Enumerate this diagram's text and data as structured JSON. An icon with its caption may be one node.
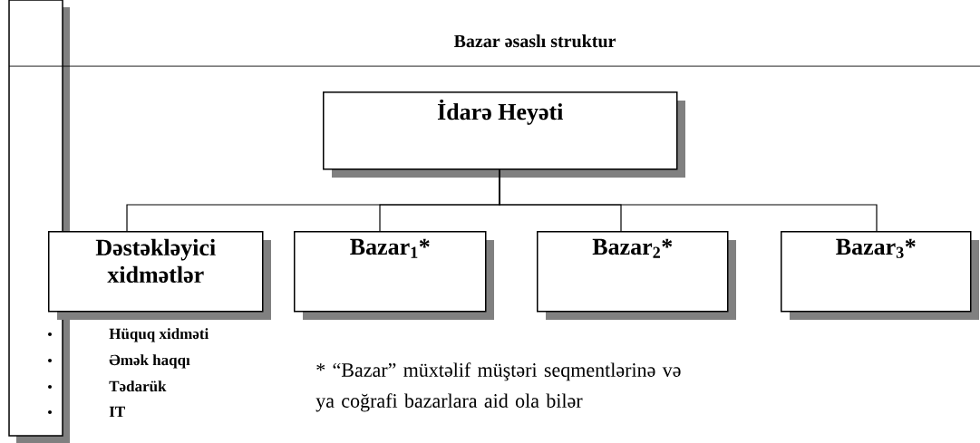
{
  "diagram": {
    "title": "Bazar əsaslı struktur",
    "nodes": [
      {
        "text": [
          "İdarə Heyəti"
        ]
      },
      {
        "text": [
          "Dəstəkləyici xidmətlər"
        ]
      },
      {
        "text": [
          "Bazar$_{1}$*"
        ]
      },
      {
        "text": [
          "Bazar$_{2}$*"
        ]
      },
      {
        "text": [
          "Bazar$_{3}$*"
        ]
      }
    ],
    "edges": [
      {
        "from": 0,
        "to": 1,
        "arrow": "none"
      },
      {
        "from": 0,
        "to": 2,
        "arrow": "none"
      },
      {
        "from": 0,
        "to": 3,
        "arrow": "none"
      },
      {
        "from": 0,
        "to": 4,
        "arrow": "none"
      }
    ],
    "labels": [
      "Hüquq xidməti",
      "Əmək haqqı",
      "Tədarük",
      "IT",
      "* “Bazar” müxtəlif müştəri seqmentlərinə və ya coğrafi bazarlara aid ola bilər"
    ]
  }
}
